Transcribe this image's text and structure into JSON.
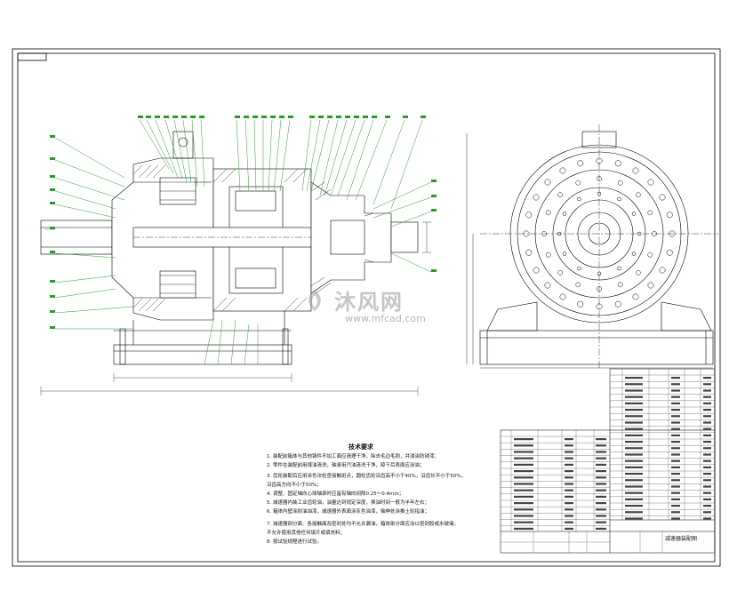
{
  "drawing": {
    "title_block_name": "减速器装配图",
    "line_color": "#000000",
    "leader_color": "#2a9a2a",
    "dimension_color": "#1a1a1a"
  },
  "technical_requirements": {
    "heading": "技术要求",
    "items": [
      "1. 装配前箱体与其他铸件不加工面应清理干净，除去毛边毛刺，并浸涂防锈漆；",
      "2. 零件在装配前用煤油清洗，轴承用汽油清洗干净，晾干后表面应涂油；",
      "3. 齿轮装配后应用涂色法检查接触斑点，圆柱齿轮沿齿高不小于40%，沿齿长不小于50%，",
      "   沿齿高方向不小于50%；",
      "4. 调整、固定轴向心球轴承时应留有轴向间隙0.25～0.4mm；",
      "5. 减速器内装工业齿轮油，油量达到规定深度，换油时间一般为半年左右；",
      "6. 箱体内壁涂耐油油漆，减速器外表面涂灰色油漆，轴伸处涂推土轮指油；",
      "7. 减速器剖分面、各接触面及密封处均不允许漏油，箱体剖分面应涂以密封胶或水玻璃，",
      "   不允许使用其他任何填片或填充料；",
      "8. 按试验规程进行试验。"
    ]
  },
  "watermark": {
    "text": "沐风网",
    "url": "www.mfcad.com"
  }
}
